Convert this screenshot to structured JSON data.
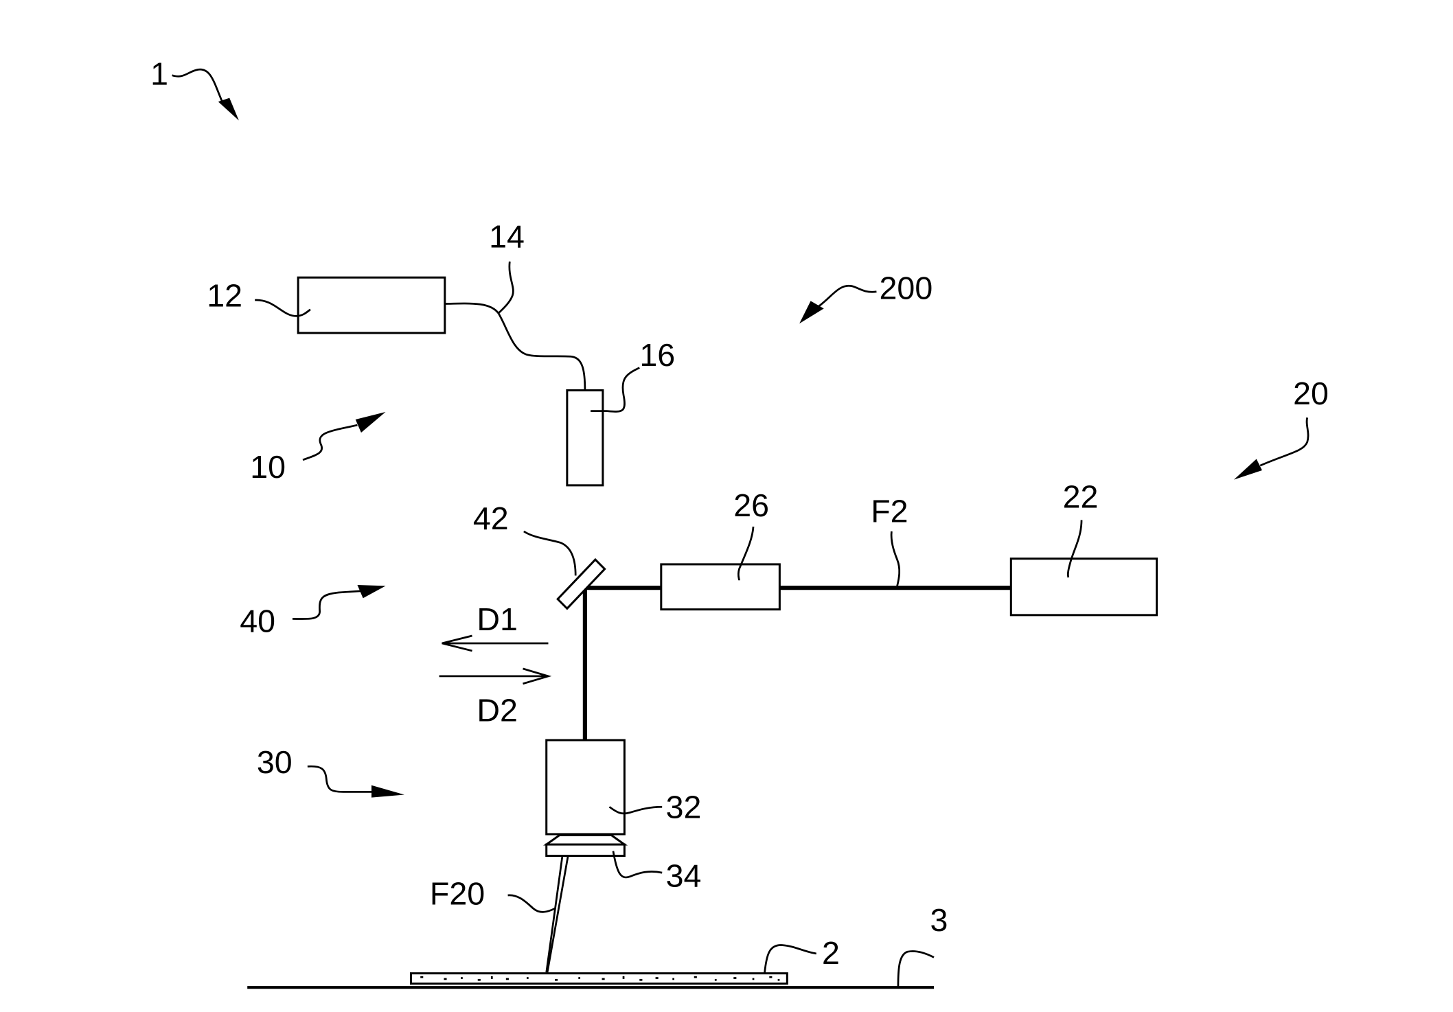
{
  "figure": {
    "type": "patent-schematic",
    "colors": {
      "ink": "#000000",
      "background": "#ffffff"
    }
  },
  "labels": {
    "system": "1",
    "workpiece": "2",
    "support": "3",
    "first_unit": "10",
    "first_source": "12",
    "fiber": "14",
    "first_head": "16",
    "second_unit": "20",
    "laser_source": "22",
    "beam_module": "26",
    "beam_label": "F2",
    "focusing_unit": "30",
    "objective": "32",
    "lens": "34",
    "focused_beam": "F20",
    "switching_unit": "40",
    "mirror": "42",
    "device": "200",
    "direction_1": "D1",
    "direction_2": "D2"
  },
  "icons": {
    "leader_arrow": "curved-arrow",
    "direction_arrow": "open-arrow"
  }
}
